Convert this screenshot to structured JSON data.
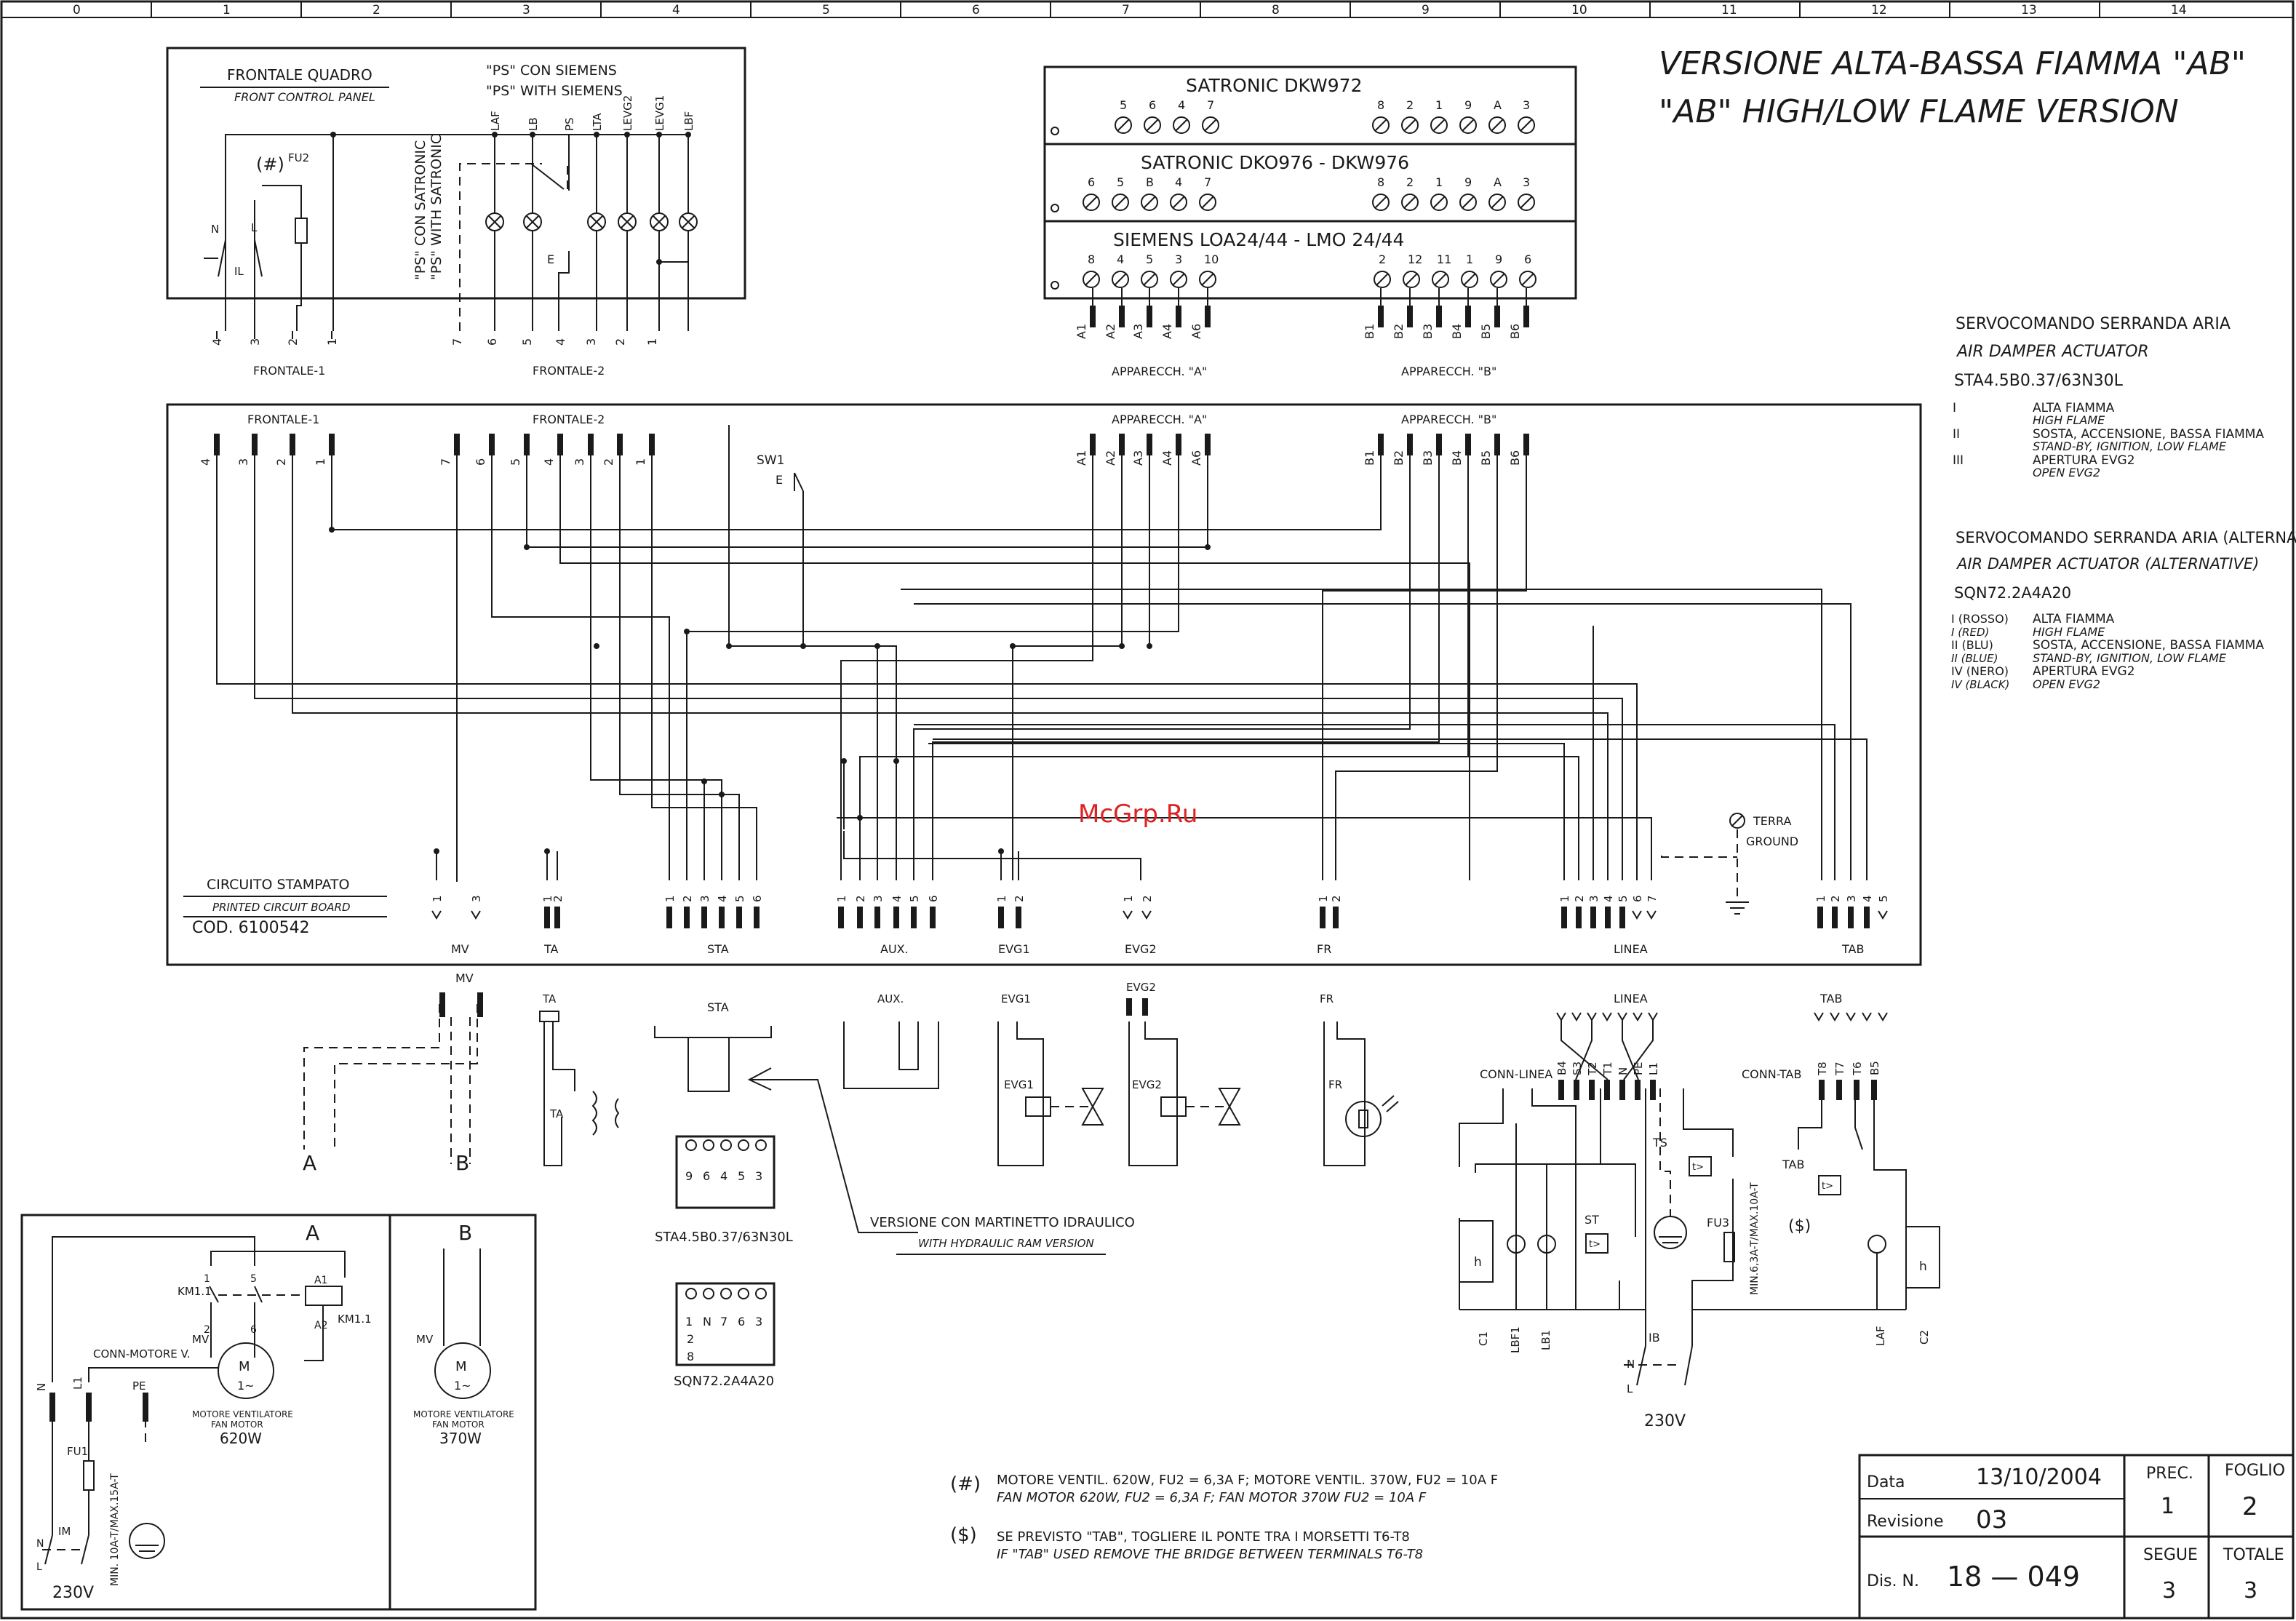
{
  "ruler": [
    "0",
    "1",
    "2",
    "3",
    "4",
    "5",
    "6",
    "7",
    "8",
    "9",
    "10",
    "11",
    "12",
    "13",
    "14"
  ],
  "title": {
    "it": "VERSIONE ALTA-BASSA FIAMMA \"AB\"",
    "en": "\"AB\" HIGH/LOW FLAME VERSION"
  },
  "watermark": "McGrp.Ru",
  "front_panel": {
    "title_it": "FRONTALE QUADRO",
    "title_en": "FRONT CONTROL PANEL",
    "ps_it": "\"PS\" CON SIEMENS",
    "ps_en": "\"PS\" WITH SIEMENS",
    "ps_sat_it": "\"PS\" CON SATRONIC",
    "ps_sat_en": "\"PS\" WITH SATRONIC",
    "fuse_note": "(#)",
    "fuse": "FU2",
    "lamp_labels": [
      "LAF",
      "LB",
      "PS",
      "LTA",
      "LEVG2",
      "LEVG1",
      "LBF"
    ],
    "switch_labels": [
      "N",
      "L",
      "IL"
    ],
    "conn1_pins": [
      "4",
      "3",
      "2",
      "1"
    ],
    "conn1_label": "FRONTALE-1",
    "conn2_pins": [
      "7",
      "6",
      "5",
      "4",
      "3",
      "2",
      "1"
    ],
    "conn2_label": "FRONTALE-2",
    "sw_e": "E"
  },
  "relays": [
    {
      "name": "SATRONIC DKW972",
      "left": [
        "5",
        "6",
        "4",
        "7"
      ],
      "right": [
        "8",
        "2",
        "1",
        "9",
        "A",
        "3"
      ]
    },
    {
      "name": "SATRONIC DKO976 - DKW976",
      "left": [
        "6",
        "5",
        "B",
        "4",
        "7"
      ],
      "right": [
        "8",
        "2",
        "1",
        "9",
        "A",
        "3"
      ]
    },
    {
      "name": "SIEMENS LOA24/44 - LMO 24/44",
      "left": [
        "8",
        "4",
        "5",
        "3",
        "10"
      ],
      "right": [
        "2",
        "12",
        "11",
        "1",
        "9",
        "6"
      ]
    }
  ],
  "app_a": {
    "label": "APPARECCH. \"A\"",
    "pins": [
      "A1",
      "A2",
      "A3",
      "A4",
      "A6"
    ]
  },
  "app_b": {
    "label": "APPARECCH. \"B\"",
    "pins": [
      "B1",
      "B2",
      "B3",
      "B4",
      "B5",
      "B6"
    ]
  },
  "actuator1": {
    "title_it": "SERVOCOMANDO SERRANDA ARIA",
    "title_en": "AIR DAMPER ACTUATOR",
    "model": "STA4.5B0.37/63N30L",
    "rows": [
      {
        "k": "I",
        "it": "ALTA FIAMMA",
        "en": "HIGH FLAME"
      },
      {
        "k": "II",
        "it": "SOSTA, ACCENSIONE, BASSA FIAMMA",
        "en": "STAND-BY, IGNITION, LOW FLAME"
      },
      {
        "k": "III",
        "it": "APERTURA EVG2",
        "en": "OPEN EVG2"
      }
    ]
  },
  "actuator2": {
    "title_it": "SERVOCOMANDO SERRANDA ARIA (ALTERNATIVO)",
    "title_en": "AIR DAMPER ACTUATOR (ALTERNATIVE)",
    "model": "SQN72.2A4A20",
    "rows": [
      {
        "k": "I (ROSSO)",
        "ke": "I (RED)",
        "it": "ALTA FIAMMA",
        "en": "HIGH FLAME"
      },
      {
        "k": "II (BLU)",
        "ke": "II (BLUE)",
        "it": "SOSTA, ACCENSIONE, BASSA FIAMMA",
        "en": "STAND-BY, IGNITION, LOW FLAME"
      },
      {
        "k": "IV (NERO)",
        "ke": "IV (BLACK)",
        "it": "APERTURA EVG2",
        "en": "OPEN EVG2"
      }
    ]
  },
  "pcb": {
    "title_it": "CIRCUITO STAMPATO",
    "title_en": "PRINTED CIRCUIT BOARD",
    "code": "COD. 6100542",
    "top_front1": "FRONTALE-1",
    "top_front2": "FRONTALE-2",
    "top_app_a": "APPARECCH. \"A\"",
    "top_app_b": "APPARECCH. \"B\"",
    "sw1": "SW1",
    "terra": "TERRA",
    "ground": "GROUND",
    "bottom": [
      {
        "label": "MV",
        "pins": [
          "1",
          "3"
        ]
      },
      {
        "label": "TA",
        "pins": [
          "1",
          "2"
        ]
      },
      {
        "label": "STA",
        "pins": [
          "1",
          "2",
          "3",
          "4",
          "5",
          "6"
        ]
      },
      {
        "label": "AUX.",
        "pins": [
          "1",
          "2",
          "3",
          "4",
          "5",
          "6"
        ]
      },
      {
        "label": "EVG1",
        "pins": [
          "1",
          "2"
        ]
      },
      {
        "label": "EVG2",
        "pins": [
          "1",
          "2"
        ]
      },
      {
        "label": "FR",
        "pins": [
          "1",
          "2"
        ]
      },
      {
        "label": "LINEA",
        "pins": [
          "1",
          "2",
          "3",
          "4",
          "5",
          "6",
          "7"
        ]
      },
      {
        "label": "TAB",
        "pins": [
          "1",
          "2",
          "3",
          "4",
          "5"
        ]
      }
    ]
  },
  "lower": {
    "mv": "MV",
    "a": "A",
    "b": "B",
    "ta": "TA",
    "sta": "STA",
    "aux": "AUX.",
    "evg1": "EVG1",
    "evg2": "EVG2",
    "fr": "FR",
    "sta_model": "STA4.5B0.37/63N30L",
    "sta_pins": [
      "9",
      "6",
      "4",
      "5",
      "3"
    ],
    "sqn_model": "SQN72.2A4A20",
    "sqn_pins_top": [
      "1",
      "N",
      "7",
      "6",
      "3"
    ],
    "sqn_pins_bot": [
      "2",
      "8"
    ],
    "hydraulic_it": "VERSIONE CON MARTINETTO IDRAULICO",
    "hydraulic_en": "WITH HYDRAULIC RAM VERSION",
    "linea": "LINEA",
    "conn_linea": "CONN-LINEA",
    "linea_pins": [
      "B4",
      "S3",
      "T2",
      "T1",
      "N",
      "PE",
      "L1"
    ],
    "tab": "TAB",
    "conn_tab": "CONN-TAB",
    "tab_pins": [
      "T8",
      "T7",
      "T6",
      "B5"
    ],
    "tab_note": "($)",
    "ts": "TS",
    "st": "ST",
    "fu3": "FU3",
    "fu3_rating": "MIN.6,3A-T/MAX.10A-T",
    "ib": "IB",
    "h": "h",
    "t": "t>",
    "c1": "C1",
    "lbf1": "LBF1",
    "lb1": "LB1",
    "laf": "LAF",
    "c2": "C2",
    "line_n": "N",
    "line_l": "L",
    "v230": "230V"
  },
  "motor_box": {
    "a": "A",
    "b": "B",
    "km": "KM1.1",
    "a1": "A1",
    "a2": "A2",
    "n5": "5",
    "n6": "6",
    "n1": "1",
    "n2": "2",
    "mv": "MV",
    "conn_motor": "CONN-MOTORE V.",
    "pe": "PE",
    "n": "N",
    "l1": "L1",
    "fu1": "FU1",
    "rating": "MIN. 10A-T/MAX.15A-T",
    "im": "IM",
    "m": "M",
    "phase": "1~",
    "motor_it": "MOTORE VENTILATORE",
    "motor_en": "FAN MOTOR",
    "power_a": "620W",
    "power_b": "370W",
    "v230": "230V",
    "nl_n": "N",
    "nl_l": "L"
  },
  "notes": [
    {
      "sym": "(#)",
      "it": "MOTORE VENTIL. 620W, FU2 = 6,3A F; MOTORE VENTIL. 370W, FU2 = 10A F",
      "en": "FAN MOTOR 620W, FU2 = 6,3A F; FAN MOTOR 370W FU2 = 10A F"
    },
    {
      "sym": "($)",
      "it": "SE PREVISTO \"TAB\", TOGLIERE IL PONTE TRA I MORSETTI T6-T8",
      "en": "IF \"TAB\" USED REMOVE THE BRIDGE BETWEEN TERMINALS T6-T8"
    }
  ],
  "title_block": {
    "data_label": "Data",
    "data": "13/10/2004",
    "rev_label": "Revisione",
    "rev": "03",
    "dis_label": "Dis. N.",
    "dis": "18 — 049",
    "prec_label": "PREC.",
    "prec": "1",
    "foglio_label": "FOGLIO",
    "foglio": "2",
    "segue_label": "SEGUE",
    "segue": "3",
    "totale_label": "TOTALE",
    "totale": "3"
  }
}
